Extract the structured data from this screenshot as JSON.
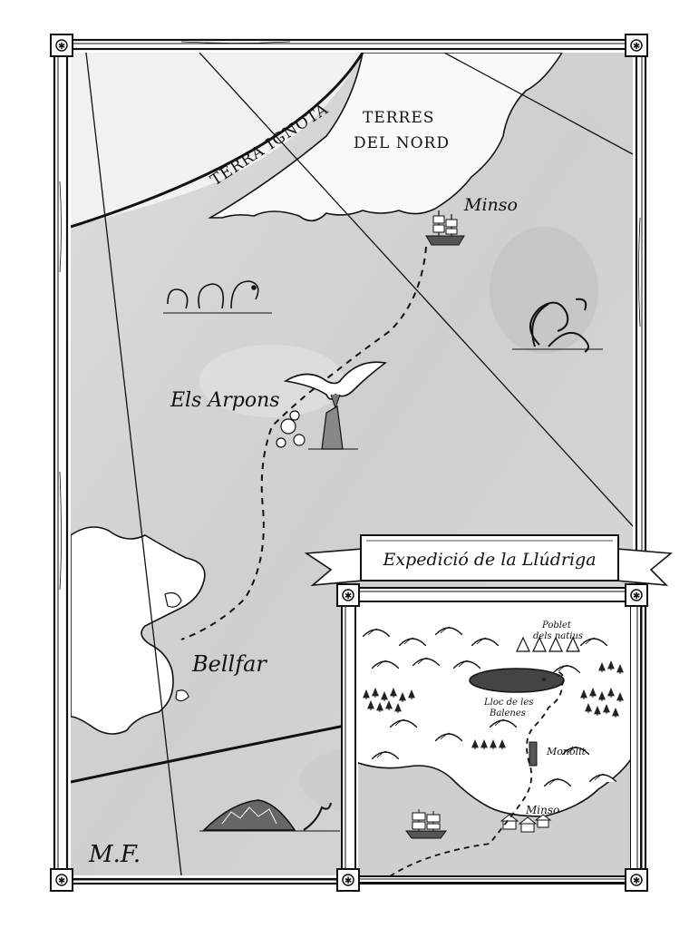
{
  "map": {
    "zone_label": "TERRA IGNOTA",
    "region_label_line1": "TERRES",
    "region_label_line2": "DEL NORD",
    "places": {
      "minso_main": "Minso",
      "arpons": "Els Arpons",
      "bellfar": "Bellfar"
    },
    "signature": "M.F.",
    "banner_title": "Expedició de la Llúdriga"
  },
  "inset": {
    "poblet_line1": "Poblet",
    "poblet_line2": "dels natius",
    "lloc_line1": "Lloc de les",
    "lloc_line2": "Balenes",
    "monolit": "Monòlit",
    "minso": "Minso"
  },
  "colors": {
    "ink": "#111111",
    "paper": "#ffffff",
    "sea": "#d6d6d6",
    "land_frozen": "#eeeeee"
  },
  "icons": [
    "compass-nail-icon",
    "ship-icon",
    "sea-serpent-icon",
    "kraken-icon",
    "eagle-icon",
    "whale-icon"
  ]
}
